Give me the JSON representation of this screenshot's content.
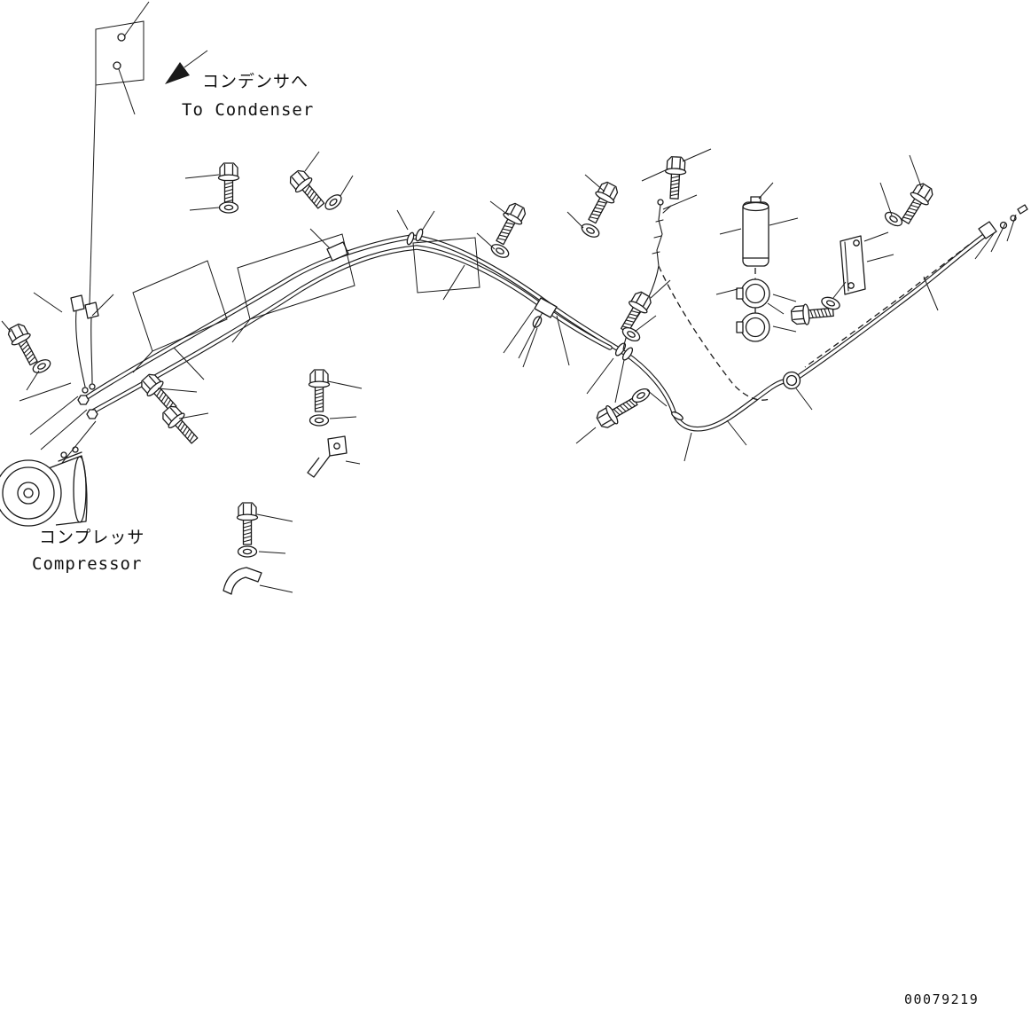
{
  "page": {
    "background": "#ffffff",
    "line_color": "#1a1a1a",
    "type": "machinery-parts-diagram-air-conditioner-piping"
  },
  "annotations": {
    "to_condenser_jp": "コンデンサへ",
    "to_condenser_en": "To Condenser",
    "compressor_jp": "コンプレッサ",
    "compressor_en": "Compressor"
  },
  "footer": {
    "drawing_number": "00079219"
  },
  "part_icons": [
    "compressor",
    "hose-assembly",
    "bolt",
    "washer",
    "hose-clamp",
    "mounting-bracket",
    "receiver-drier",
    "wiring-harness",
    "grommet-loop",
    "callout-box",
    "leader-line",
    "direction-arrow"
  ]
}
